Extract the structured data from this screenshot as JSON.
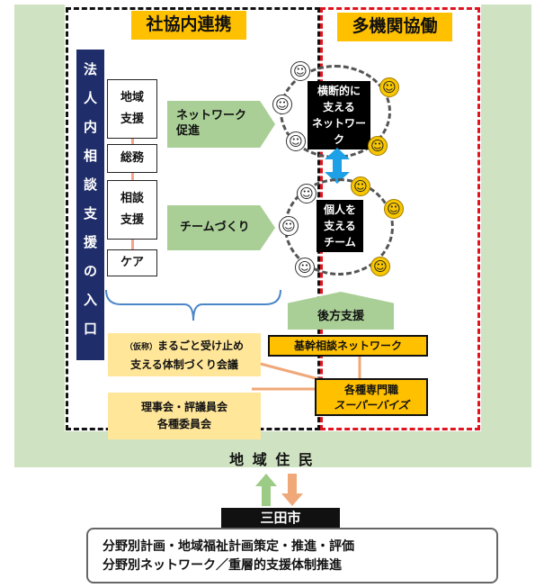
{
  "titles": {
    "left": "社協内連携",
    "right": "多機関協働"
  },
  "vertical_label": [
    "法",
    "人",
    "内",
    "相",
    "談",
    "支",
    "援",
    "の",
    "入",
    "口"
  ],
  "units": {
    "chiiki_shien": [
      "地域",
      "支援"
    ],
    "somu": "総務",
    "sodan_shien": [
      "相談",
      "支援"
    ],
    "care": "ケア"
  },
  "arrows": {
    "network": [
      "ネットワーク",
      "促進"
    ],
    "team": "チームづくり"
  },
  "circles": {
    "top": [
      "横断的に",
      "支える",
      "ネットワーク"
    ],
    "bottom": [
      "個人を",
      "支える",
      "チーム"
    ]
  },
  "kouhou_shien": "後方支援",
  "kikan_network": "基幹相談ネットワーク",
  "marugoto": {
    "small": "（仮称）",
    "line1": "まるごと受け止め",
    "line2": "支える体制づくり会議"
  },
  "supervise": [
    "各種専門職",
    "スーパーバイズ"
  ],
  "rijikai": [
    "理事会・評議員会",
    "各種委員会"
  ],
  "residents": "地 域 住 民",
  "city": "三田市",
  "bottom_box": [
    "分野別計画・地域福祉計画策定・推進・評価",
    "分野別ネットワーク／重層的支援体制推進"
  ],
  "colors": {
    "green_frame": "#cfe3c2",
    "navy": "#1f2d6a",
    "gold": "#ffc000",
    "light_gold": "#ffe699",
    "red": "#e0141e",
    "blue_arrow": "#1ea0e6",
    "orange_arrow": "#f0a878"
  },
  "icons": {
    "smiley": "☺"
  }
}
